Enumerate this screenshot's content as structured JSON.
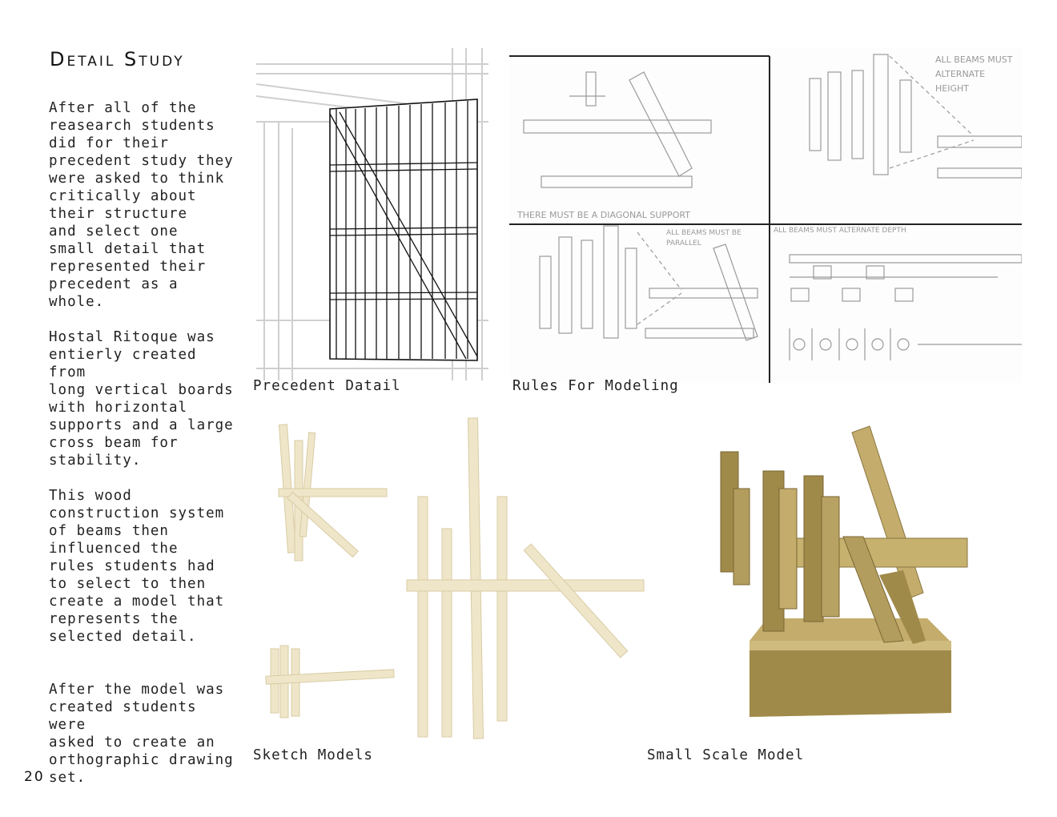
{
  "page": {
    "title": "Detail Study",
    "page_number": "20"
  },
  "body": {
    "paragraphs": [
      "After all of the\nreasearch students\ndid for their\nprecedent study they\nwere asked to think\ncritically about\ntheir structure\nand select one\nsmall detail that\nrepresented their\nprecedent as a whole.",
      "Hostal Ritoque was\nentierly created from\nlong vertical boards\nwith horizontal\nsupports and a large\ncross beam for\nstability.",
      "This wood\nconstruction system\nof beams then\ninfluenced the\nrules students had\nto select to then\ncreate a model that\nrepresents the\nselected detail.",
      "After the model was\ncreated students were\nasked to create an\northographic drawing\nset."
    ]
  },
  "figures": {
    "precedent": {
      "caption": "Precedent Datail"
    },
    "rules": {
      "caption": "Rules For Modeling",
      "notes": [
        "THERE MUST BE A DIAGONAL SUPPORT",
        "ALL BEAMS MUST",
        "ALTERNATE",
        "HEIGHT",
        "ALL BEAMS MUST BE",
        "PARALLEL",
        "ALL BEAMS MUST ALTERNATE DEPTH"
      ]
    },
    "sketch_models": {
      "caption": "Sketch Models"
    },
    "small_scale_model": {
      "caption": "Small Scale Model"
    }
  },
  "colors": {
    "text": "#222222",
    "wood_light": "#efe6c9",
    "wood_dark": "#a08a4a",
    "pencil": "#9a9a9a"
  }
}
